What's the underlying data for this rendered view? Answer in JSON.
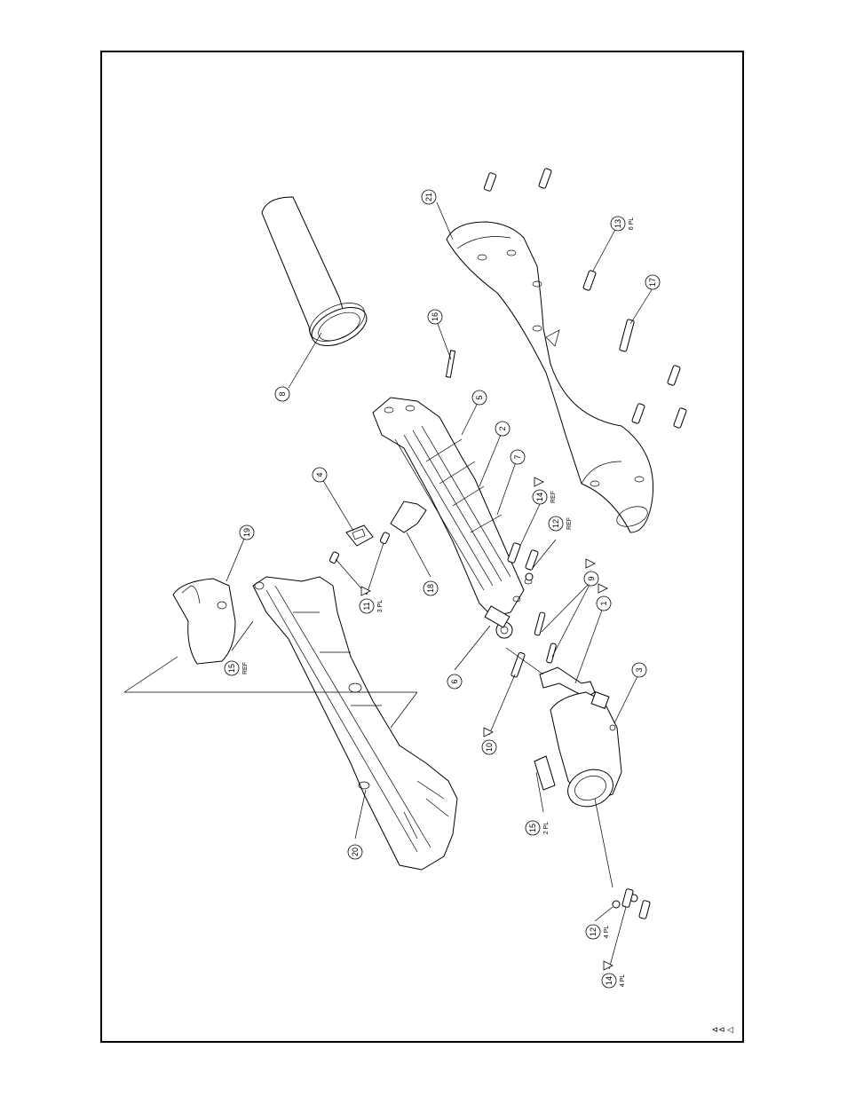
{
  "callouts": [
    {
      "id": "c8",
      "number": "8",
      "note": ""
    },
    {
      "id": "c16",
      "number": "16",
      "note": ""
    },
    {
      "id": "c21",
      "number": "21",
      "note": ""
    },
    {
      "id": "c13",
      "number": "13",
      "note": "6 PL"
    },
    {
      "id": "c17",
      "number": "17",
      "note": ""
    },
    {
      "id": "c5",
      "number": "5",
      "note": ""
    },
    {
      "id": "c2",
      "number": "2",
      "note": ""
    },
    {
      "id": "c7",
      "number": "7",
      "note": ""
    },
    {
      "id": "c14a",
      "number": "14",
      "note": "REF"
    },
    {
      "id": "c12a",
      "number": "12",
      "note": "REF"
    },
    {
      "id": "c4",
      "number": "4",
      "note": ""
    },
    {
      "id": "c19",
      "number": "19",
      "note": ""
    },
    {
      "id": "c11",
      "number": "11",
      "note": "3 PL"
    },
    {
      "id": "c18",
      "number": "18",
      "note": ""
    },
    {
      "id": "c9",
      "number": "9",
      "note": ""
    },
    {
      "id": "c1",
      "number": "1",
      "note": ""
    },
    {
      "id": "c15a",
      "number": "15",
      "note": "REF"
    },
    {
      "id": "c6",
      "number": "6",
      "note": ""
    },
    {
      "id": "c3",
      "number": "3",
      "note": ""
    },
    {
      "id": "c10",
      "number": "10",
      "note": ""
    },
    {
      "id": "c20",
      "number": "20",
      "note": ""
    },
    {
      "id": "c15b",
      "number": "15",
      "note": "2 PL"
    },
    {
      "id": "c12b",
      "number": "12",
      "note": "4 PL"
    },
    {
      "id": "c14b",
      "number": "14",
      "note": "4 PL"
    }
  ],
  "corner_mark": "⊲⊲ ◁"
}
